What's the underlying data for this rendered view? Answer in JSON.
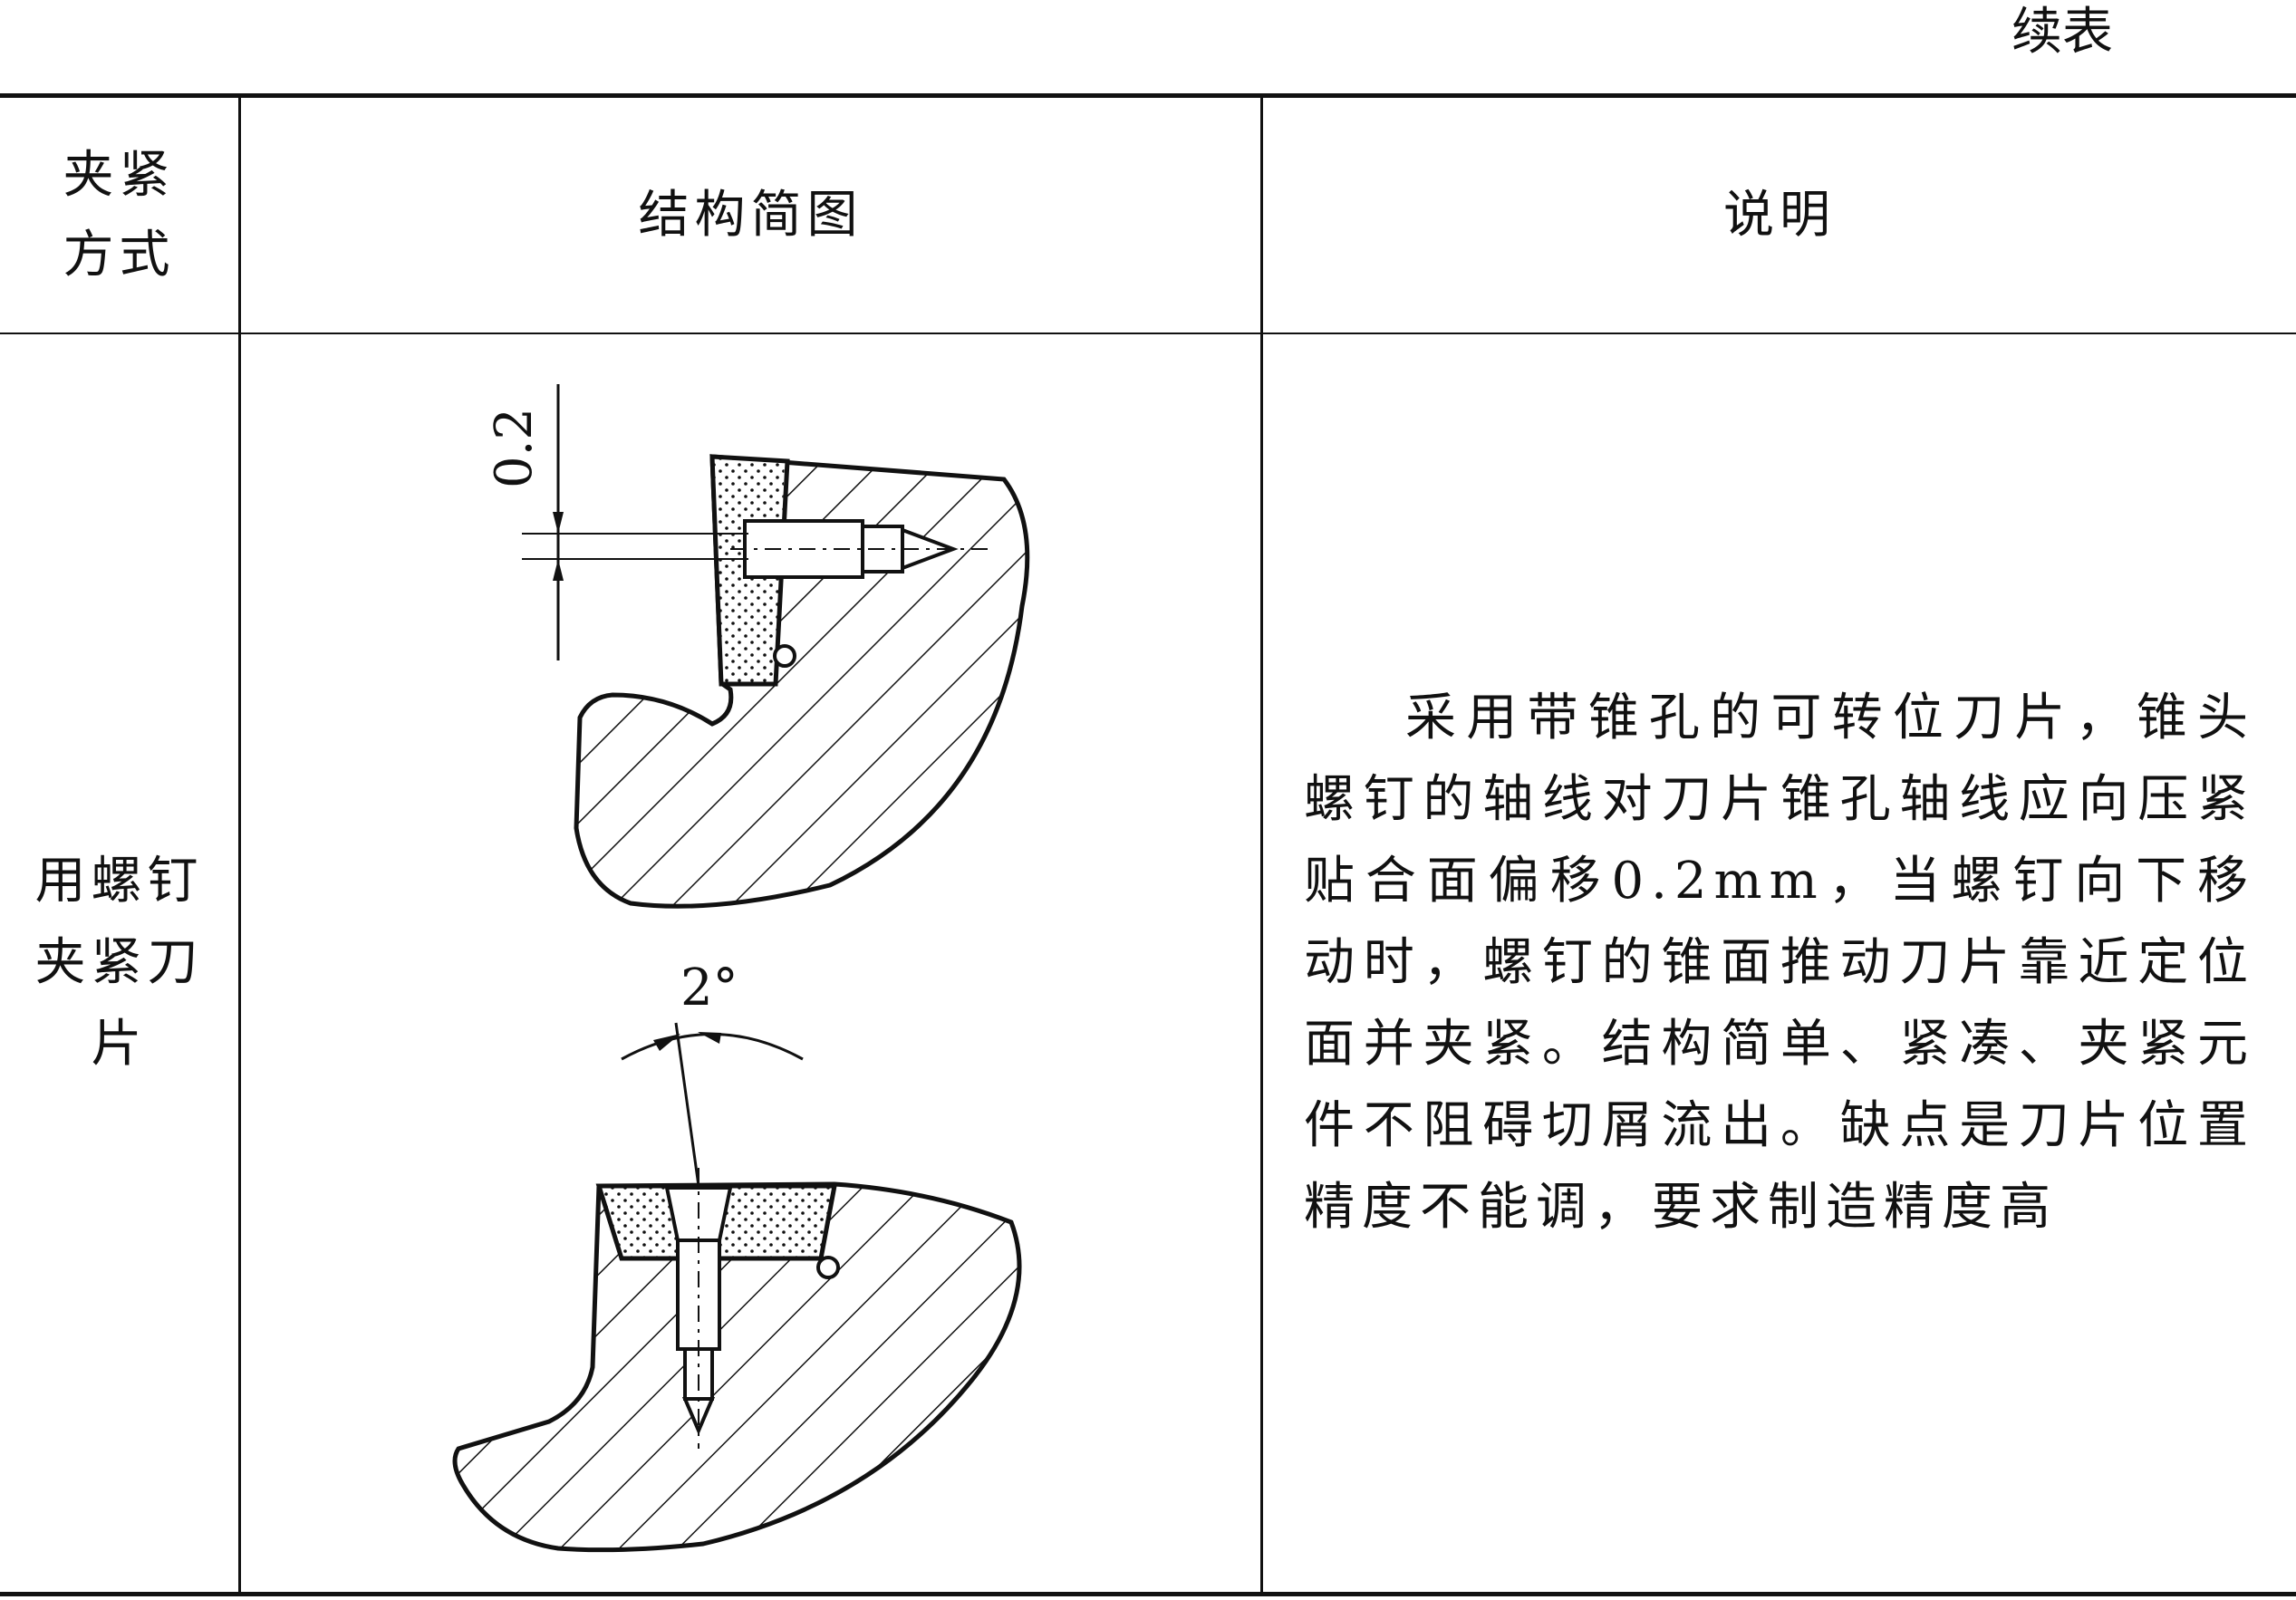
{
  "caption": "续表",
  "header": {
    "method": "夹紧方式",
    "diagram": "结构简图",
    "description": "说明"
  },
  "row": {
    "method": "用螺钉夹紧刀片",
    "diagram": {
      "offset_label": "0.2",
      "angle_label": "2°"
    },
    "description": "采用带锥孔的可转位刀片，锥头螺钉的轴线对刀片锥孔轴线应向压紧贴合面偏移0.2mm，当螺钉向下移动时，螺钉的锥面推动刀片靠近定位面并夹紧。结构简单、紧凑、夹紧元件不阻碍切屑流出。缺点是刀片位置精度不能调，要求制造精度高"
  }
}
